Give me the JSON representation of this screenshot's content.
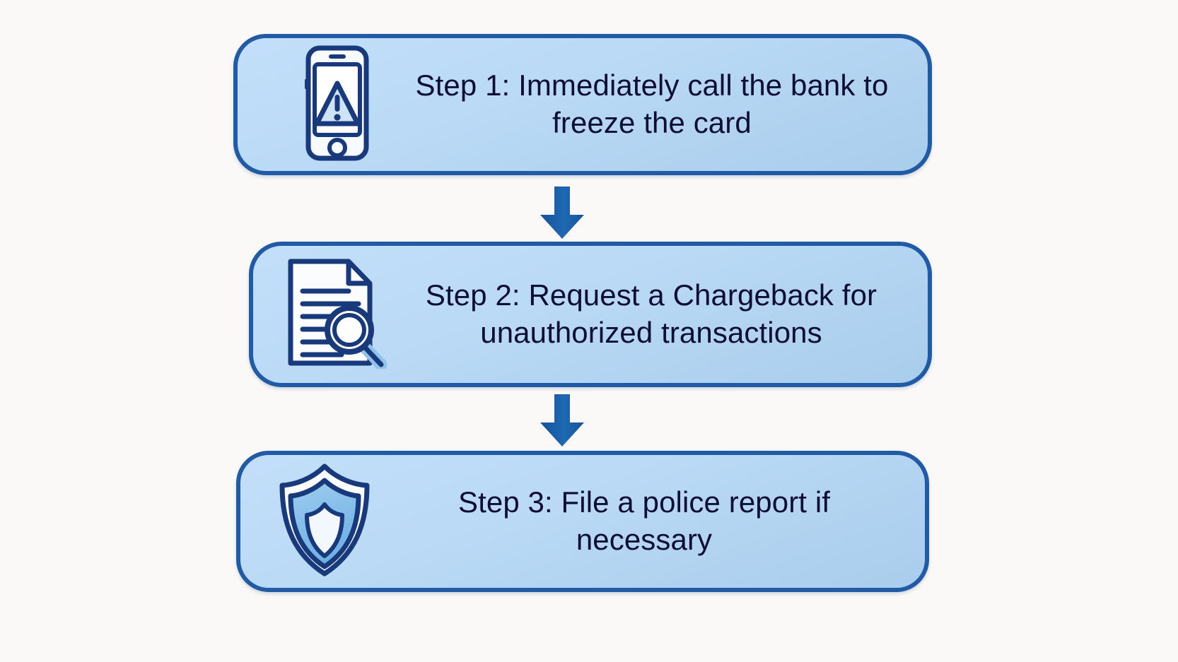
{
  "diagram": {
    "type": "vertical-flowchart",
    "background_color": "#faf9f7",
    "box_border_color": "#215ba6",
    "box_fill_color": "#bddaf5",
    "text_color": "#0c0f33",
    "arrow_color": "#1f63ab",
    "steps": [
      {
        "id": "step-1",
        "icon": "phone-warning-icon",
        "text": "Step 1: Immediately call the bank to freeze the card"
      },
      {
        "id": "step-2",
        "icon": "document-magnifier-icon",
        "text": "Step 2: Request a Chargeback for unauthorized transactions"
      },
      {
        "id": "step-3",
        "icon": "shield-icon",
        "text": "Step 3: File a police report if necessary"
      }
    ],
    "connectors": [
      {
        "id": "arrow-1",
        "icon": "down-arrow-icon",
        "from": "step-1",
        "to": "step-2"
      },
      {
        "id": "arrow-2",
        "icon": "down-arrow-icon",
        "from": "step-2",
        "to": "step-3"
      }
    ]
  }
}
